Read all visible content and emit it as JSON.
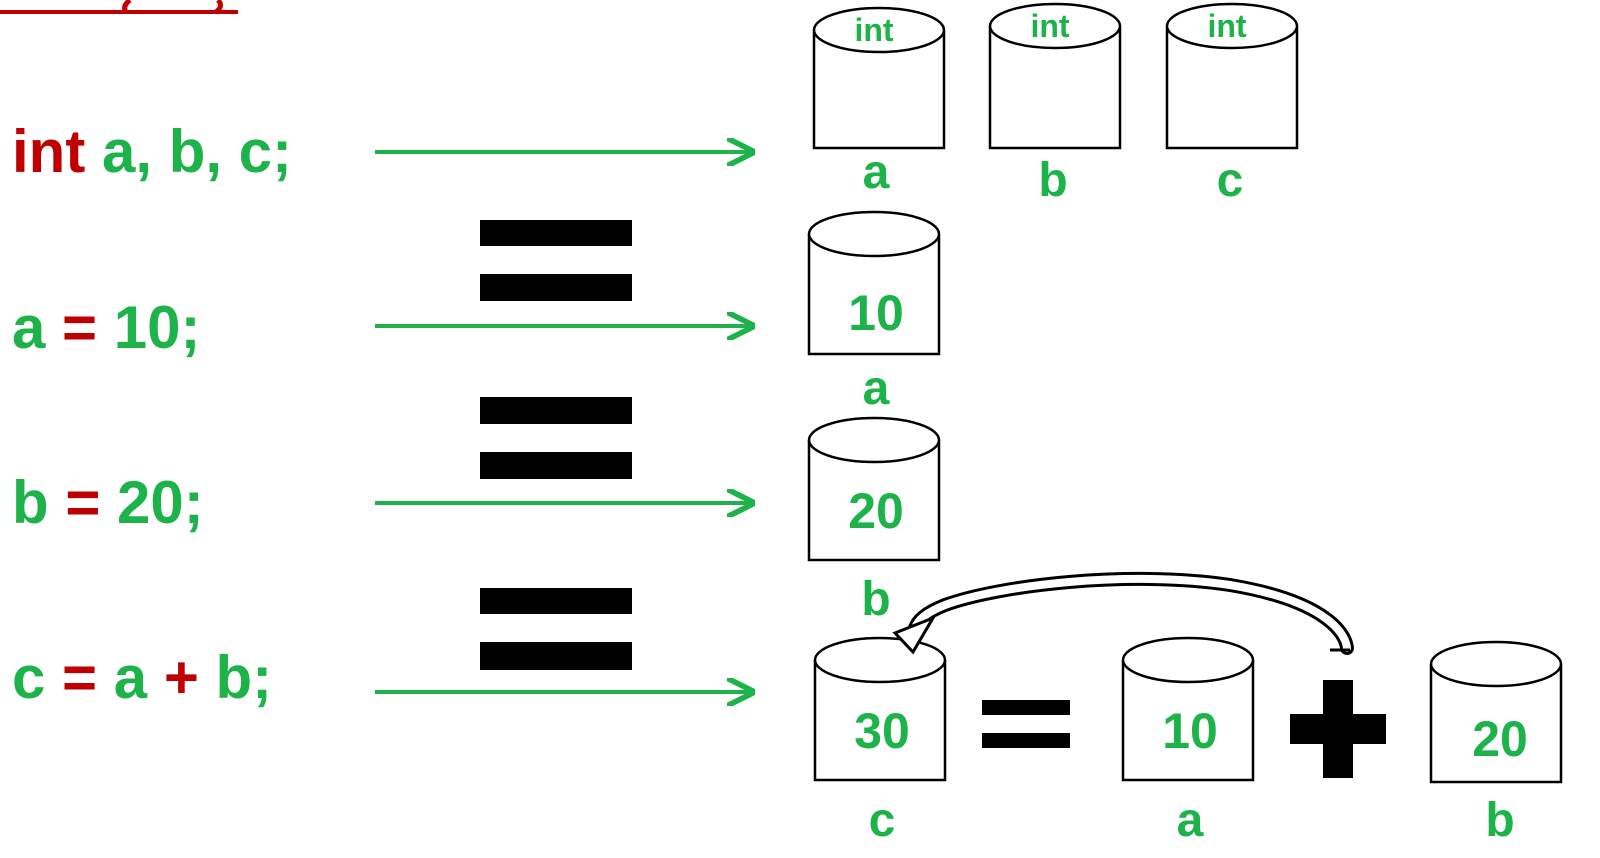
{
  "colors": {
    "keyword": "#c00000",
    "text": "#1db34a",
    "outline": "#000000"
  },
  "code_lines": [
    {
      "keyword": "int",
      "rest": " a, b, c;"
    },
    {
      "before": "a ",
      "op": "=",
      "after": " 10;"
    },
    {
      "before": "b ",
      "op": "=",
      "after": " 20;"
    },
    {
      "before": "c ",
      "op": "=",
      "middle": " a ",
      "op2": "+",
      "after": " b;"
    }
  ],
  "declare": {
    "type_label": "int",
    "vars": [
      "a",
      "b",
      "c"
    ]
  },
  "assign_a": {
    "value": "10",
    "var": "a"
  },
  "assign_b": {
    "value": "20",
    "var": "b"
  },
  "sum": {
    "result": {
      "value": "30",
      "var": "c"
    },
    "left": {
      "value": "10",
      "var": "a"
    },
    "right": {
      "value": "20",
      "var": "b"
    }
  },
  "icons": [
    "equals-icon",
    "plus-icon",
    "arrow-right-icon",
    "curved-arrow-icon"
  ]
}
